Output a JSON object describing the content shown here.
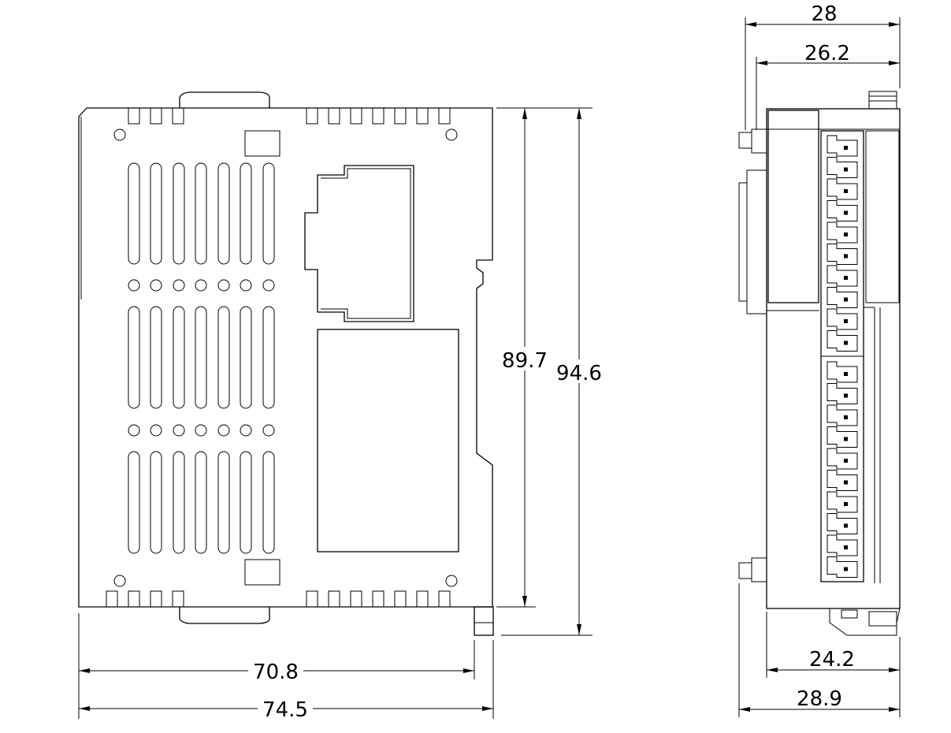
{
  "dimensions": {
    "front_view": {
      "inner_width": "70.8",
      "outer_width": "74.5",
      "body_height": "89.7",
      "total_height": "94.6"
    },
    "side_view": {
      "top_outer": "28",
      "top_inner": "26.2",
      "bottom_inner": "24.2",
      "bottom_outer": "28.9"
    }
  },
  "terminal_count": 20
}
